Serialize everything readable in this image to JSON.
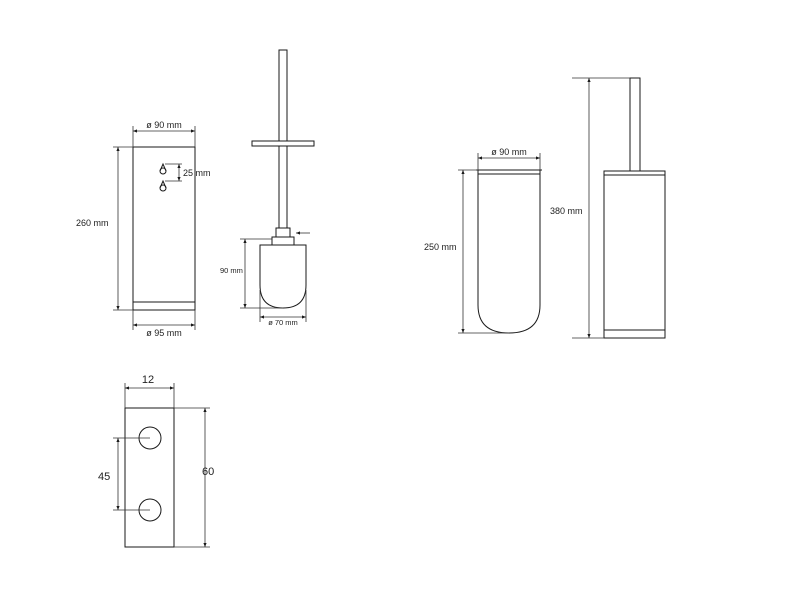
{
  "views": {
    "holder_front": {
      "top_dim": "ø 90 mm",
      "height_dim": "260 mm",
      "hole_spacing_dim": "25 mm",
      "bottom_dim": "ø 95 mm"
    },
    "brush_side": {
      "head_height_dim": "90 mm",
      "head_width_dim": "ø 70 mm"
    },
    "glass_insert": {
      "top_dim": "ø 90 mm",
      "height_dim": "250 mm"
    },
    "assembled": {
      "height_dim": "380 mm"
    },
    "wall_plate": {
      "thickness_dim": "12",
      "hole_spacing_dim": "45",
      "height_dim": "60"
    }
  },
  "colors": {
    "line": "#1a1a1a",
    "background": "#ffffff"
  }
}
